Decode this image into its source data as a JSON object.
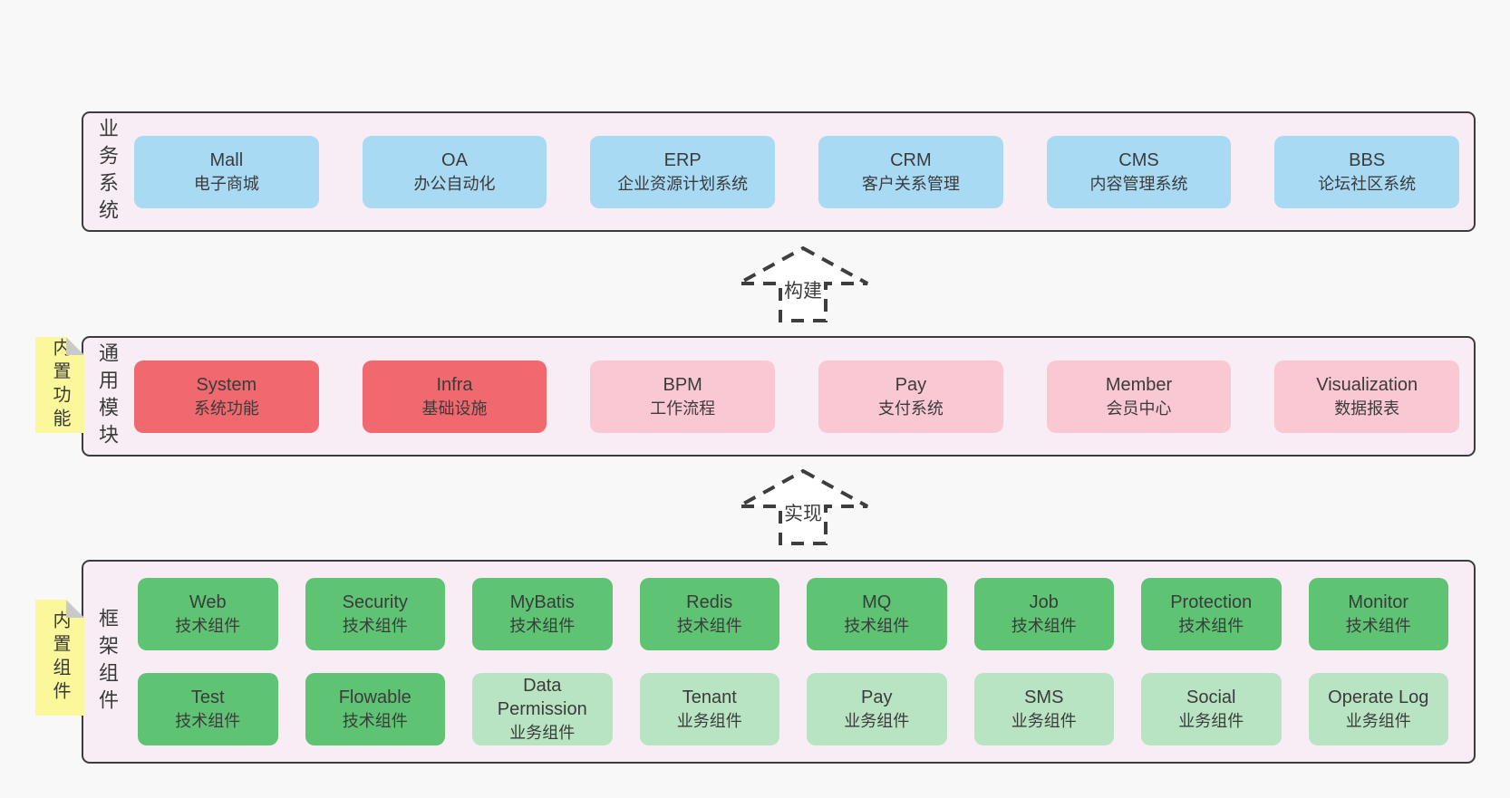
{
  "diagram": {
    "arrows": {
      "build": "构建",
      "implement": "实现"
    },
    "colors": {
      "page_bg": "#f8f8f8",
      "panel_bg": "#f8edf5",
      "panel_border": "#3c3c3c",
      "blue": "#a8daf4",
      "red": "#f0696e",
      "pink": "#f9c8d2",
      "green": "#5fc374",
      "green_light": "#b9e4c3",
      "sticky_yellow": "#fbf89b",
      "sticky_fold": "#c9c9c9",
      "text": "#3b3b3b"
    }
  },
  "business": {
    "label": "业务系统",
    "boxes": [
      {
        "name": "Mall",
        "desc": "电子商城"
      },
      {
        "name": "OA",
        "desc": "办公自动化"
      },
      {
        "name": "ERP",
        "desc": "企业资源计划系统"
      },
      {
        "name": "CRM",
        "desc": "客户关系管理"
      },
      {
        "name": "CMS",
        "desc": "内容管理系统"
      },
      {
        "name": "BBS",
        "desc": "论坛社区系统"
      }
    ]
  },
  "modules": {
    "label": "通用模块",
    "sticky": "内置功能",
    "boxes": [
      {
        "name": "System",
        "desc": "系统功能"
      },
      {
        "name": "Infra",
        "desc": "基础设施"
      },
      {
        "name": "BPM",
        "desc": "工作流程"
      },
      {
        "name": "Pay",
        "desc": "支付系统"
      },
      {
        "name": "Member",
        "desc": "会员中心"
      },
      {
        "name": "Visualization",
        "desc": "数据报表"
      }
    ]
  },
  "framework": {
    "label": "框架组件",
    "sticky": "内置组件",
    "row1": [
      {
        "name": "Web",
        "desc": "技术组件"
      },
      {
        "name": "Security",
        "desc": "技术组件"
      },
      {
        "name": "MyBatis",
        "desc": "技术组件"
      },
      {
        "name": "Redis",
        "desc": "技术组件"
      },
      {
        "name": "MQ",
        "desc": "技术组件"
      },
      {
        "name": "Job",
        "desc": "技术组件"
      },
      {
        "name": "Protection",
        "desc": "技术组件"
      },
      {
        "name": "Monitor",
        "desc": "技术组件"
      }
    ],
    "row2": [
      {
        "name": "Test",
        "desc": "技术组件"
      },
      {
        "name": "Flowable",
        "desc": "技术组件"
      },
      {
        "name": "Data Permission",
        "desc": "业务组件"
      },
      {
        "name": "Tenant",
        "desc": "业务组件"
      },
      {
        "name": "Pay",
        "desc": "业务组件"
      },
      {
        "name": "SMS",
        "desc": "业务组件"
      },
      {
        "name": "Social",
        "desc": "业务组件"
      },
      {
        "name": "Operate Log",
        "desc": "业务组件"
      }
    ]
  }
}
